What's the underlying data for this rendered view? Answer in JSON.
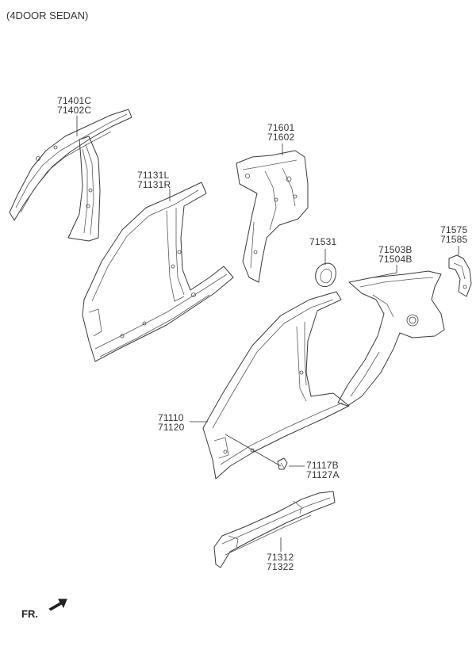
{
  "variant_label": "(4DOOR SEDAN)",
  "front_indicator": "FR.",
  "parts": [
    {
      "id": "roof-rail",
      "codes": [
        "71401C",
        "71402C"
      ]
    },
    {
      "id": "side-outer-inner",
      "codes": [
        "71131L",
        "71131R"
      ]
    },
    {
      "id": "rear-inner-panel",
      "codes": [
        "71601",
        "71602"
      ]
    },
    {
      "id": "fuel-filler-housing",
      "codes": [
        "71531"
      ]
    },
    {
      "id": "quarter-panel",
      "codes": [
        "71503B",
        "71504B"
      ]
    },
    {
      "id": "rear-bracket",
      "codes": [
        "71575",
        "71585"
      ]
    },
    {
      "id": "side-outer-panel",
      "codes": [
        "71110",
        "71120"
      ]
    },
    {
      "id": "reinforcement-bracket",
      "codes": [
        "71117B",
        "71127A"
      ]
    },
    {
      "id": "sill-panel",
      "codes": [
        "71312",
        "71322"
      ]
    }
  ]
}
